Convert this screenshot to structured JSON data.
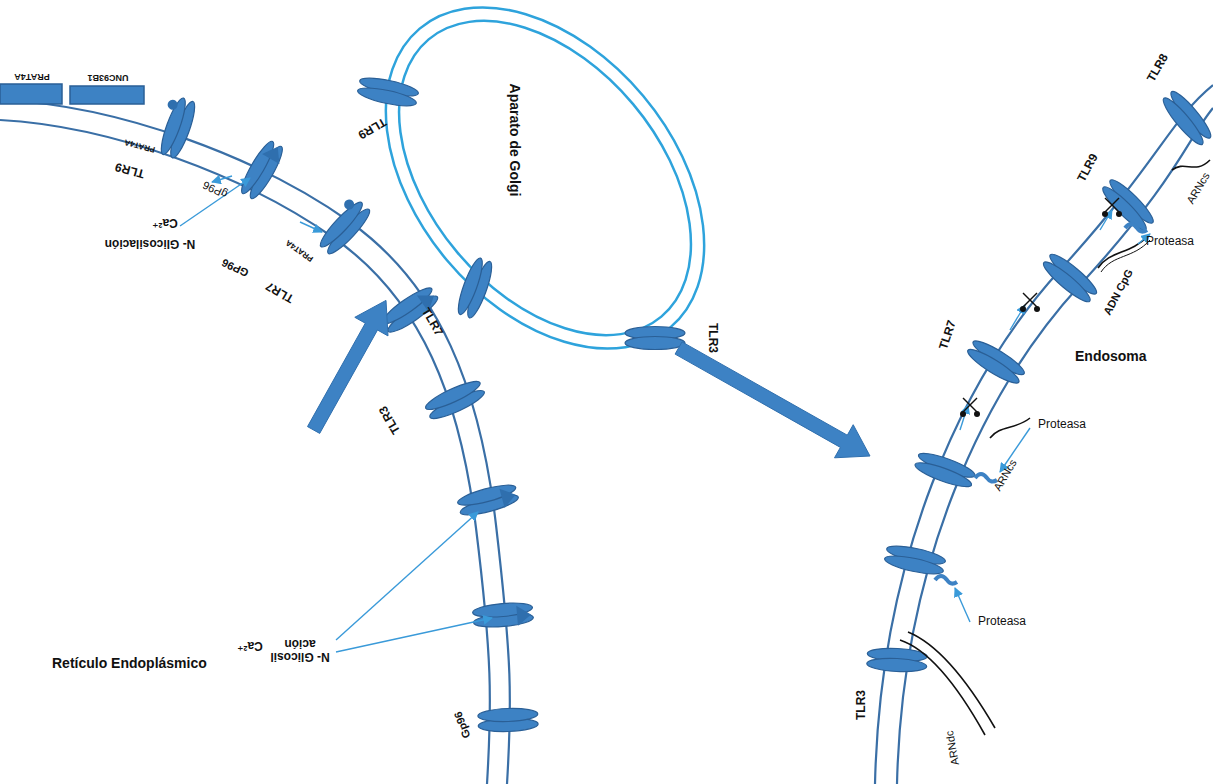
{
  "diagram": {
    "nodes": [
      {
        "text": [
          "Retículo Endoplásmico"
        ]
      },
      {
        "text": [
          "Aparato de Golgi"
        ]
      },
      {
        "text": [
          "Endosoma"
        ]
      }
    ],
    "edges": [
      {
        "from": 0,
        "to": 1,
        "arrow": "to"
      },
      {
        "from": 1,
        "to": 2,
        "arrow": "to"
      }
    ],
    "labels": [
      "PRAT4A",
      "UNC93B1",
      "PRAT4A",
      "TLR9",
      "gP96",
      "N- Glicosilación",
      "Ca²⁺",
      "PRAT4A",
      "GP96",
      "TLR7",
      "TLR3",
      "Gp96",
      "N- Glicosilación",
      "Ca²⁺",
      "TLR9",
      "TLR7",
      "TLR3",
      "TLR8",
      "TLR9",
      "ARNcs",
      "Proteasa",
      "ADN CpG",
      "Proteasa",
      "ARNcs",
      "TLR7",
      "Proteasa",
      "TLR3",
      "ARNdc"
    ]
  }
}
